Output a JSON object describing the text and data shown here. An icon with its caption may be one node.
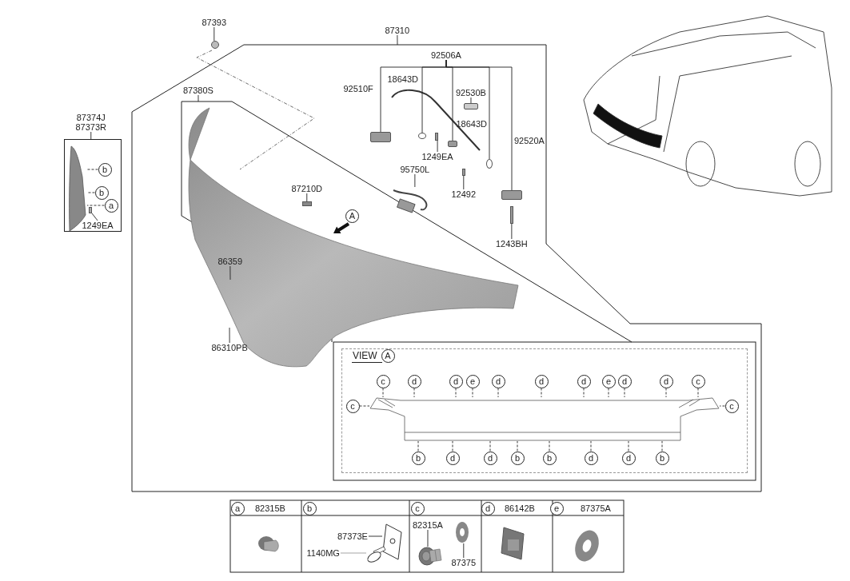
{
  "diagram": {
    "nodes": [
      {
        "text": [
          "87393"
        ]
      },
      {
        "text": [],
        "shape": "circle"
      },
      {
        "text": [
          "87310"
        ]
      },
      {
        "text": [
          "87380S"
        ]
      },
      {
        "text": [
          "87374J",
          "87373R"
        ]
      },
      {
        "text": [],
        "shape": "box"
      },
      {
        "text": [],
        "shape": "picture",
        "in": 5
      },
      {
        "text": [
          "b"
        ],
        "in": 5
      },
      {
        "text": [
          "b"
        ],
        "in": 5
      },
      {
        "text": [
          "a"
        ],
        "in": 5
      },
      {
        "text": [],
        "shape": "bar",
        "in": 5
      },
      {
        "text": [
          "1249EA"
        ],
        "in": 5
      },
      {
        "text": [
          "92506A"
        ]
      },
      {
        "text": [],
        "shape": "box"
      },
      {
        "text": [],
        "shape": "circle"
      },
      {
        "text": [],
        "shape": "box"
      },
      {
        "text": [],
        "shape": "circle"
      },
      {
        "text": [],
        "shape": "box"
      },
      {
        "text": [
          "92530B"
        ]
      },
      {
        "text": [],
        "shape": "box"
      },
      {
        "text": [
          "1249EA"
        ]
      },
      {
        "text": [],
        "shape": "bar"
      },
      {
        "text": [
          "95750L"
        ]
      },
      {
        "text": [],
        "shape": "picture"
      },
      {
        "text": [
          "12492"
        ]
      },
      {
        "text": [],
        "shape": "bar"
      },
      {
        "text": [
          "1243BH"
        ]
      },
      {
        "text": [],
        "shape": "bar"
      },
      {
        "text": [
          "87210D"
        ]
      },
      {
        "text": [],
        "shape": "bar"
      },
      {
        "text": [
          "A"
        ]
      },
      {
        "text": [
          "86359"
        ]
      },
      {
        "text": [
          "86310PB"
        ]
      },
      {
        "text": [],
        "shape": "box"
      },
      {
        "text": [
          "VIEW"
        ],
        "in": 33
      },
      {
        "text": [
          "A"
        ],
        "in": 33
      },
      {
        "text": [],
        "shape": "picture",
        "in": 33
      },
      {
        "text": [
          "c"
        ],
        "in": 33
      },
      {
        "text": [
          "d"
        ],
        "in": 33
      },
      {
        "text": [
          "d"
        ],
        "in": 33
      },
      {
        "text": [
          "e"
        ],
        "in": 33
      },
      {
        "text": [
          "d"
        ],
        "in": 33
      },
      {
        "text": [
          "d"
        ],
        "in": 33
      },
      {
        "text": [
          "d"
        ],
        "in": 33
      },
      {
        "text": [
          "e"
        ],
        "in": 33
      },
      {
        "text": [
          "d"
        ],
        "in": 33
      },
      {
        "text": [
          "d"
        ],
        "in": 33
      },
      {
        "text": [
          "c"
        ],
        "in": 33
      },
      {
        "text": [
          "c"
        ],
        "in": 33
      },
      {
        "text": [
          "c"
        ],
        "in": 33
      },
      {
        "text": [
          "b"
        ],
        "in": 33
      },
      {
        "text": [
          "d"
        ],
        "in": 33
      },
      {
        "text": [
          "d"
        ],
        "in": 33
      },
      {
        "text": [
          "b"
        ],
        "in": 33
      },
      {
        "text": [
          "b"
        ],
        "in": 33
      },
      {
        "text": [
          "d"
        ],
        "in": 33
      },
      {
        "text": [
          "d"
        ],
        "in": 33
      },
      {
        "text": [
          "b"
        ],
        "in": 33
      },
      {
        "text": [
          "87373E"
        ]
      },
      {
        "text": [],
        "shape": "picture"
      },
      {
        "text": [
          "1140MG"
        ]
      },
      {
        "text": [],
        "shape": "picture"
      },
      {
        "text": [
          "82315A"
        ]
      },
      {
        "text": [],
        "shape": "picture"
      },
      {
        "text": [
          "87375"
        ]
      },
      {
        "text": [],
        "shape": "picture"
      },
      {
        "text": [
          "a"
        ]
      },
      {
        "text": [
          "b"
        ]
      },
      {
        "text": [
          "c"
        ]
      },
      {
        "text": [
          "d"
        ]
      },
      {
        "text": [
          "e"
        ]
      }
    ],
    "edges": [
      {
        "from": 0,
        "to": 1,
        "arrow": "none"
      },
      {
        "from": 2,
        "to": null,
        "arrow": "none"
      },
      {
        "from": 3,
        "to": null,
        "arrow": "none"
      },
      {
        "from": 4,
        "to": 5,
        "arrow": "none"
      },
      {
        "from": 7,
        "to": 6,
        "arrow": "none",
        "style": "dashed"
      },
      {
        "from": 8,
        "to": 6,
        "arrow": "none",
        "style": "dashed"
      },
      {
        "from": 9,
        "to": 6,
        "arrow": "none",
        "style": "dashed"
      },
      {
        "from": 11,
        "to": 10,
        "arrow": "none"
      },
      {
        "from": 12,
        "to": 13,
        "arrow": "none"
      },
      {
        "from": 12,
        "to": 14,
        "arrow": "none"
      },
      {
        "from": 12,
        "to": 15,
        "arrow": "none"
      },
      {
        "from": 12,
        "to": 16,
        "arrow": "none"
      },
      {
        "from": 12,
        "to": 17,
        "arrow": "none"
      },
      {
        "from": 18,
        "to": 19,
        "arrow": "none"
      },
      {
        "from": 20,
        "to": 21,
        "arrow": "none"
      },
      {
        "from": 22,
        "to": 23,
        "arrow": "none"
      },
      {
        "from": 24,
        "to": 25,
        "arrow": "none"
      },
      {
        "from": 26,
        "to": 27,
        "arrow": "none"
      },
      {
        "from": 28,
        "to": 29,
        "arrow": "none"
      },
      {
        "from": 31,
        "to": null,
        "arrow": "none"
      },
      {
        "from": 32,
        "to": null,
        "arrow": "none"
      },
      {
        "from": 37,
        "to": 36,
        "arrow": "none",
        "style": "dashed"
      },
      {
        "from": 38,
        "to": 36,
        "arrow": "none",
        "style": "dashed"
      },
      {
        "from": 39,
        "to": 36,
        "arrow": "none",
        "style": "dashed"
      },
      {
        "from": 40,
        "to": 36,
        "arrow": "none",
        "style": "dashed"
      },
      {
        "from": 41,
        "to": 36,
        "arrow": "none",
        "style": "dashed"
      },
      {
        "from": 42,
        "to": 36,
        "arrow": "none",
        "style": "dashed"
      },
      {
        "from": 43,
        "to": 36,
        "arrow": "none",
        "style": "dashed"
      },
      {
        "from": 44,
        "to": 36,
        "arrow": "none",
        "style": "dashed"
      },
      {
        "from": 45,
        "to": 36,
        "arrow": "none",
        "style": "dashed"
      },
      {
        "from": 46,
        "to": 36,
        "arrow": "none",
        "style": "dashed"
      },
      {
        "from": 47,
        "to": 36,
        "arrow": "none",
        "style": "dashed"
      },
      {
        "from": 48,
        "to": 36,
        "arrow": "none",
        "style": "dashed"
      },
      {
        "from": 49,
        "to": 36,
        "arrow": "none",
        "style": "dashed"
      },
      {
        "from": 50,
        "to": 36,
        "arrow": "none",
        "style": "dashed"
      },
      {
        "from": 51,
        "to": 36,
        "arrow": "none",
        "style": "dashed"
      },
      {
        "from": 52,
        "to": 36,
        "arrow": "none",
        "style": "dashed"
      },
      {
        "from": 53,
        "to": 36,
        "arrow": "none",
        "style": "dashed"
      },
      {
        "from": 54,
        "to": 36,
        "arrow": "none",
        "style": "dashed"
      },
      {
        "from": 55,
        "to": 36,
        "arrow": "none",
        "style": "dashed"
      },
      {
        "from": 56,
        "to": 36,
        "arrow": "none",
        "style": "dashed"
      },
      {
        "from": 57,
        "to": 36,
        "arrow": "none",
        "style": "dashed"
      },
      {
        "from": 58,
        "to": 59,
        "arrow": "none"
      },
      {
        "from": 60,
        "to": 61,
        "arrow": "none",
        "color": "#9a9a9a"
      },
      {
        "from": 62,
        "to": 63,
        "arrow": "none"
      },
      {
        "from": 64,
        "to": 65,
        "arrow": "none"
      }
    ],
    "labels": [
      "18643D",
      "92510F",
      "18643D",
      "92520A",
      "82315B",
      "86142B",
      "87375A"
    ]
  }
}
